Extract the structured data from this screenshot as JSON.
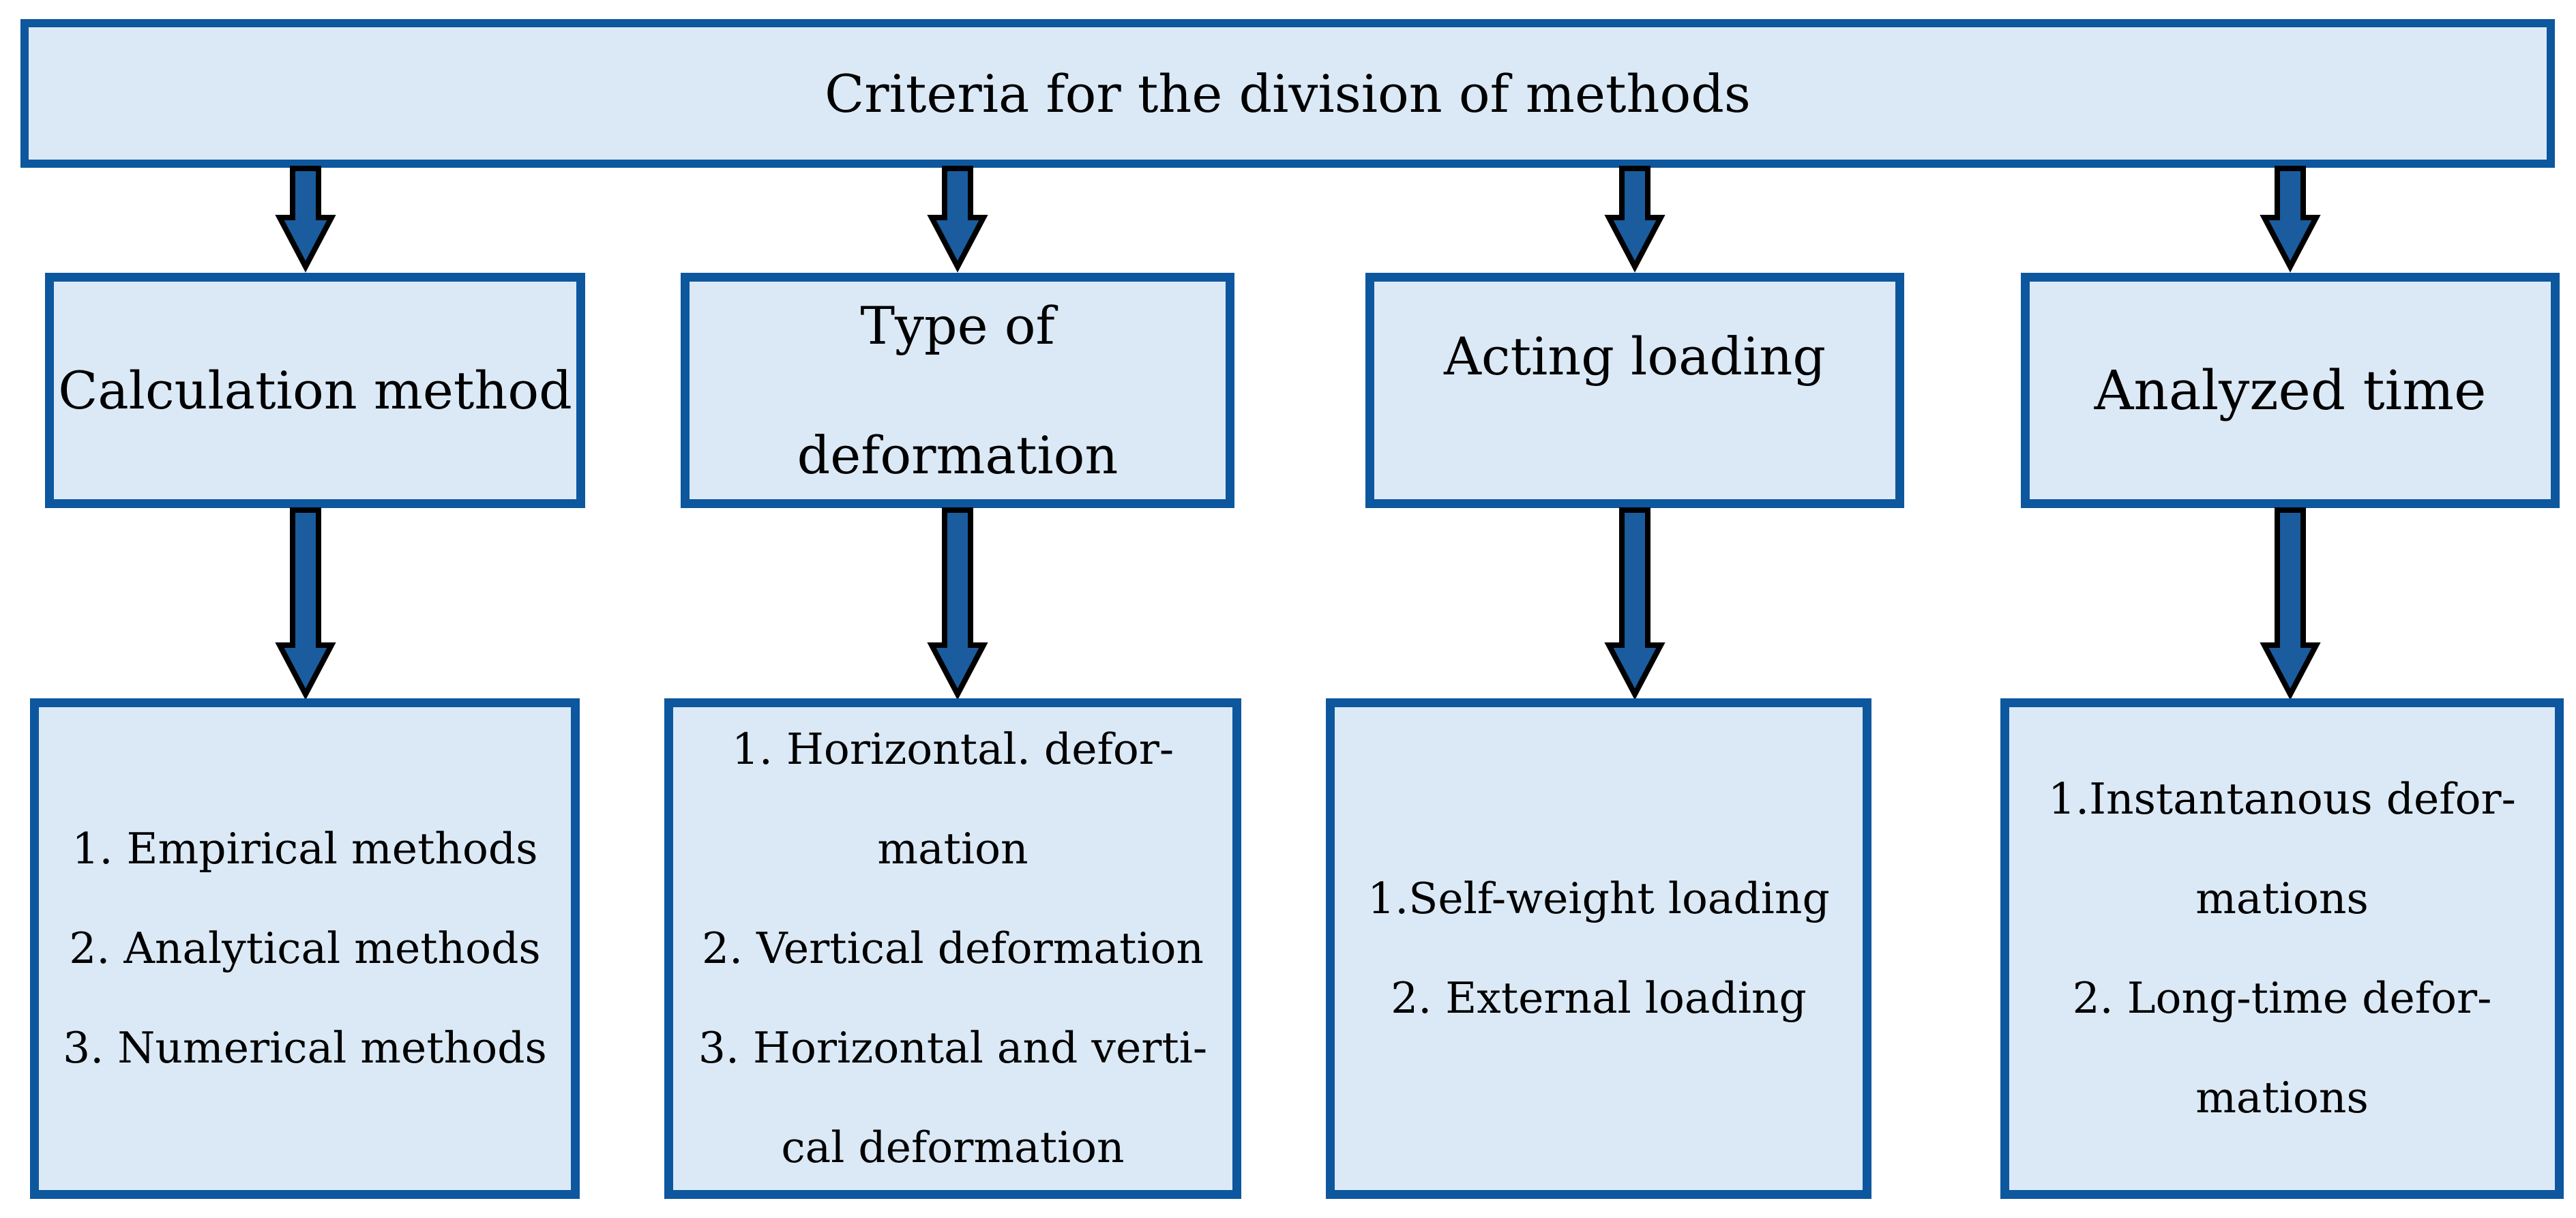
{
  "colors": {
    "box_fill": "#dbe9f6",
    "box_border": "#0d579e",
    "arrow_fill": "#1a5c9e",
    "arrow_outline": "#000000",
    "text": "#000000",
    "background": "#ffffff"
  },
  "title": "Criteria for the division of methods",
  "columns": [
    {
      "header_lines": [
        "Calculation method"
      ],
      "items": [
        "1. Empirical methods",
        "2. Analytical methods",
        "3. Numerical methods"
      ]
    },
    {
      "header_lines": [
        "Type of",
        "deformation"
      ],
      "items": [
        "1. Horizontal. defor-",
        "mation",
        "2. Vertical deformation",
        "3. Horizontal and verti-",
        "cal deformation"
      ]
    },
    {
      "header_lines": [
        "Acting loading"
      ],
      "items": [
        "1.Self-weight loading",
        "2. External loading"
      ]
    },
    {
      "header_lines": [
        "Analyzed time"
      ],
      "items": [
        "1.Instantanous defor-",
        "mations",
        "2. Long-time defor-",
        "mations"
      ]
    }
  ]
}
